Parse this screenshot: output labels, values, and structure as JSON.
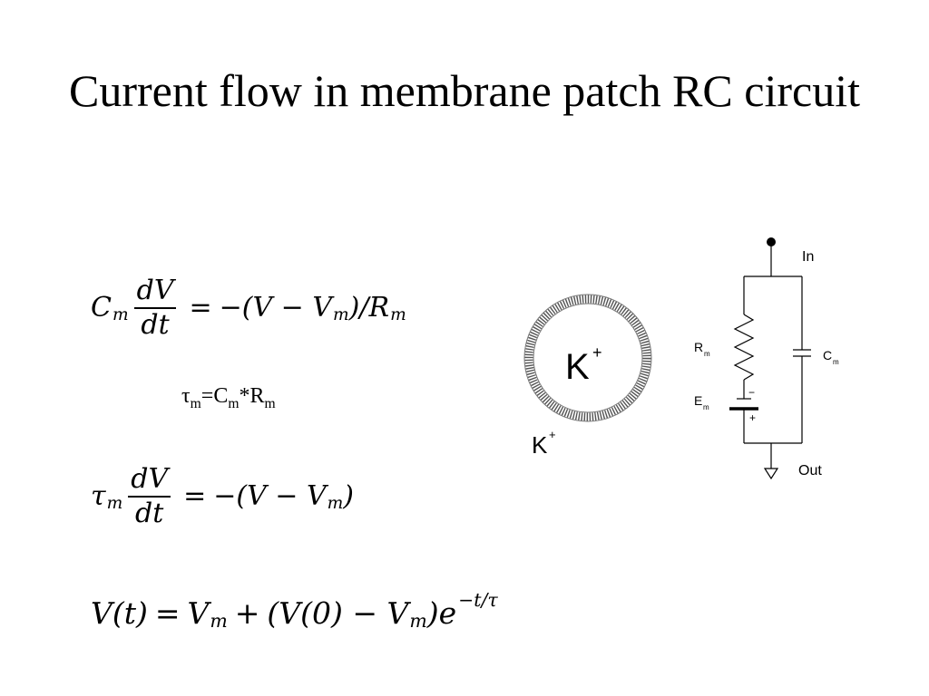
{
  "slide": {
    "title": "Current flow in membrane patch RC circuit"
  },
  "equations": {
    "eq1": {
      "lhs_var": "C",
      "lhs_sub": "m",
      "frac_num": "dV",
      "frac_den": "dt",
      "equals": "=",
      "rhs": "−(V − V",
      "rhs_sub": "m",
      "rhs_tail": ")/R",
      "rhs_tail_sub": "m"
    },
    "tau_def": {
      "tau": "τ",
      "tau_sub": "m",
      "mid": "=C",
      "mid_sub": "m",
      "tail": "*R",
      "tail_sub": "m"
    },
    "eq2": {
      "lhs_var": "τ",
      "lhs_sub": "m",
      "frac_num": "dV",
      "frac_den": "dt",
      "equals": "=",
      "rhs": "−(V − V",
      "rhs_sub": "m",
      "rhs_tail": ")"
    },
    "eq3": {
      "lhs": "V(t)",
      "equals": "=",
      "term1": "V",
      "term1_sub": "m",
      "plus": "+",
      "term2": "(V(0) − V",
      "term2_sub": "m",
      "term2_tail": ")e",
      "exp": "−t/τ"
    }
  },
  "diagram": {
    "cell_inside_label": "K",
    "cell_inside_sup": "+",
    "cell_outside_label": "K",
    "cell_outside_sup": "+",
    "in_label": "In",
    "out_label": "Out",
    "r_label": "R",
    "r_sub": "m",
    "c_label": "C",
    "c_sub": "m",
    "e_label": "E",
    "e_sub": "m",
    "battery_minus": "−",
    "battery_plus": "+",
    "colors": {
      "line": "#000000",
      "membrane": "#555555"
    }
  }
}
